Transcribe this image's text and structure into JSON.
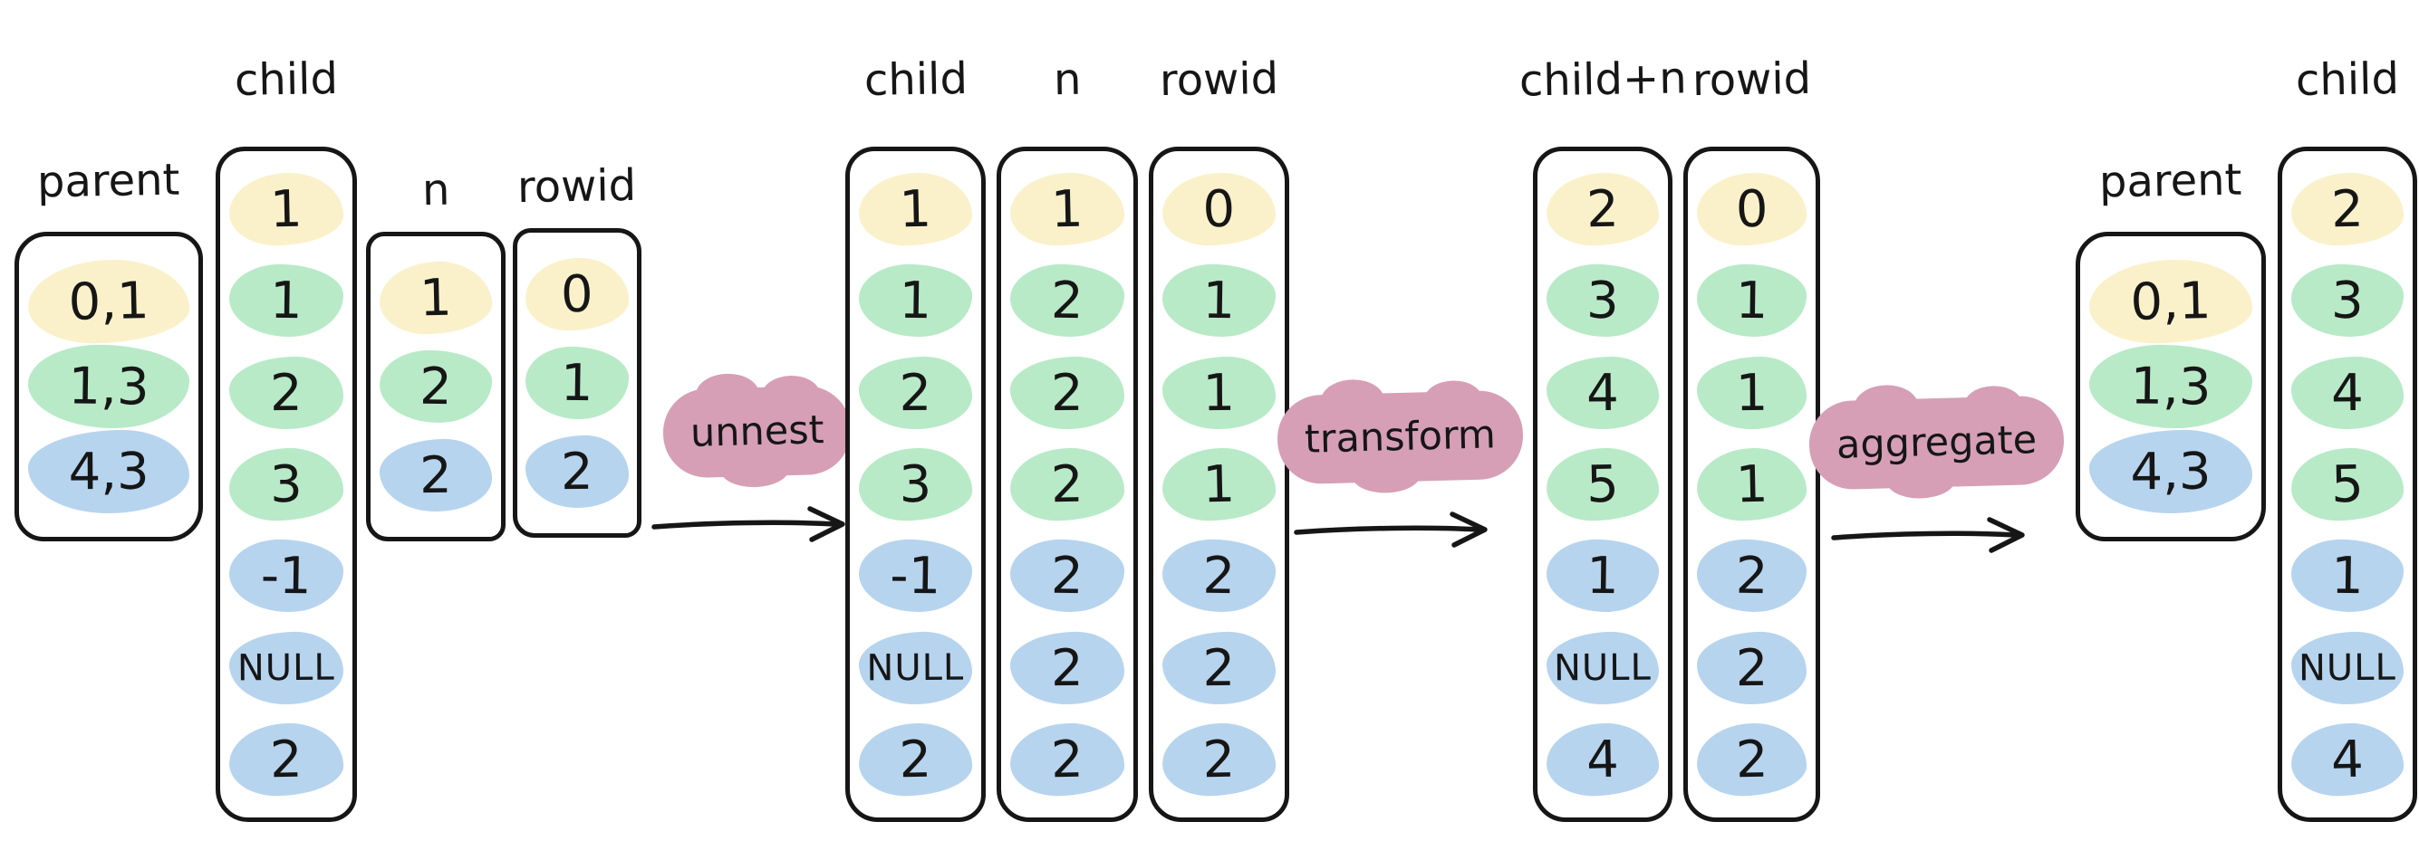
{
  "colors": {
    "yellow": "#faf1cb",
    "green": "#b8eac8",
    "blue": "#b7d4ee",
    "pink": "#d69fb6",
    "ink": "#161616"
  },
  "operators": [
    {
      "label": "unnest"
    },
    {
      "label": "transform"
    },
    {
      "label": "aggregate"
    }
  ],
  "stages": [
    {
      "name": "source",
      "columns": [
        {
          "id": "parent",
          "label": "parent",
          "kind": "record",
          "cells": [
            {
              "text": "0,1",
              "tone": "yellow"
            },
            {
              "text": "1,3",
              "tone": "green"
            },
            {
              "text": "4,3",
              "tone": "blue"
            }
          ]
        },
        {
          "id": "child",
          "label": "child",
          "kind": "tall",
          "cells": [
            {
              "text": "1",
              "tone": "yellow"
            },
            {
              "text": "1",
              "tone": "green"
            },
            {
              "text": "2",
              "tone": "green"
            },
            {
              "text": "3",
              "tone": "green"
            },
            {
              "text": "-1",
              "tone": "blue"
            },
            {
              "text": "NULL",
              "tone": "blue"
            },
            {
              "text": "2",
              "tone": "blue"
            }
          ]
        },
        {
          "id": "n",
          "label": "n",
          "kind": "short",
          "cells": [
            {
              "text": "1",
              "tone": "yellow"
            },
            {
              "text": "2",
              "tone": "green"
            },
            {
              "text": "2",
              "tone": "blue"
            }
          ]
        },
        {
          "id": "rowid",
          "label": "rowid",
          "kind": "short",
          "cells": [
            {
              "text": "0",
              "tone": "yellow"
            },
            {
              "text": "1",
              "tone": "green"
            },
            {
              "text": "2",
              "tone": "blue"
            }
          ]
        }
      ]
    },
    {
      "name": "unnested",
      "columns": [
        {
          "id": "child",
          "label": "child",
          "kind": "tall",
          "cells": [
            {
              "text": "1",
              "tone": "yellow"
            },
            {
              "text": "1",
              "tone": "green"
            },
            {
              "text": "2",
              "tone": "green"
            },
            {
              "text": "3",
              "tone": "green"
            },
            {
              "text": "-1",
              "tone": "blue"
            },
            {
              "text": "NULL",
              "tone": "blue"
            },
            {
              "text": "2",
              "tone": "blue"
            }
          ]
        },
        {
          "id": "n",
          "label": "n",
          "kind": "tall",
          "cells": [
            {
              "text": "1",
              "tone": "yellow"
            },
            {
              "text": "2",
              "tone": "green"
            },
            {
              "text": "2",
              "tone": "green"
            },
            {
              "text": "2",
              "tone": "green"
            },
            {
              "text": "2",
              "tone": "blue"
            },
            {
              "text": "2",
              "tone": "blue"
            },
            {
              "text": "2",
              "tone": "blue"
            }
          ]
        },
        {
          "id": "rowid",
          "label": "rowid",
          "kind": "tall",
          "cells": [
            {
              "text": "0",
              "tone": "yellow"
            },
            {
              "text": "1",
              "tone": "green"
            },
            {
              "text": "1",
              "tone": "green"
            },
            {
              "text": "1",
              "tone": "green"
            },
            {
              "text": "2",
              "tone": "blue"
            },
            {
              "text": "2",
              "tone": "blue"
            },
            {
              "text": "2",
              "tone": "blue"
            }
          ]
        }
      ]
    },
    {
      "name": "transformed",
      "columns": [
        {
          "id": "child-plus-n",
          "label": "child+n",
          "kind": "tall",
          "cells": [
            {
              "text": "2",
              "tone": "yellow"
            },
            {
              "text": "3",
              "tone": "green"
            },
            {
              "text": "4",
              "tone": "green"
            },
            {
              "text": "5",
              "tone": "green"
            },
            {
              "text": "1",
              "tone": "blue"
            },
            {
              "text": "NULL",
              "tone": "blue"
            },
            {
              "text": "4",
              "tone": "blue"
            }
          ]
        },
        {
          "id": "rowid",
          "label": "rowid",
          "kind": "tall",
          "cells": [
            {
              "text": "0",
              "tone": "yellow"
            },
            {
              "text": "1",
              "tone": "green"
            },
            {
              "text": "1",
              "tone": "green"
            },
            {
              "text": "1",
              "tone": "green"
            },
            {
              "text": "2",
              "tone": "blue"
            },
            {
              "text": "2",
              "tone": "blue"
            },
            {
              "text": "2",
              "tone": "blue"
            }
          ]
        }
      ]
    },
    {
      "name": "aggregated",
      "columns": [
        {
          "id": "parent",
          "label": "parent",
          "kind": "record",
          "cells": [
            {
              "text": "0,1",
              "tone": "yellow"
            },
            {
              "text": "1,3",
              "tone": "green"
            },
            {
              "text": "4,3",
              "tone": "blue"
            }
          ]
        },
        {
          "id": "child",
          "label": "child",
          "kind": "tall",
          "cells": [
            {
              "text": "2",
              "tone": "yellow"
            },
            {
              "text": "3",
              "tone": "green"
            },
            {
              "text": "4",
              "tone": "green"
            },
            {
              "text": "5",
              "tone": "green"
            },
            {
              "text": "1",
              "tone": "blue"
            },
            {
              "text": "NULL",
              "tone": "blue"
            },
            {
              "text": "4",
              "tone": "blue"
            }
          ]
        }
      ]
    }
  ]
}
